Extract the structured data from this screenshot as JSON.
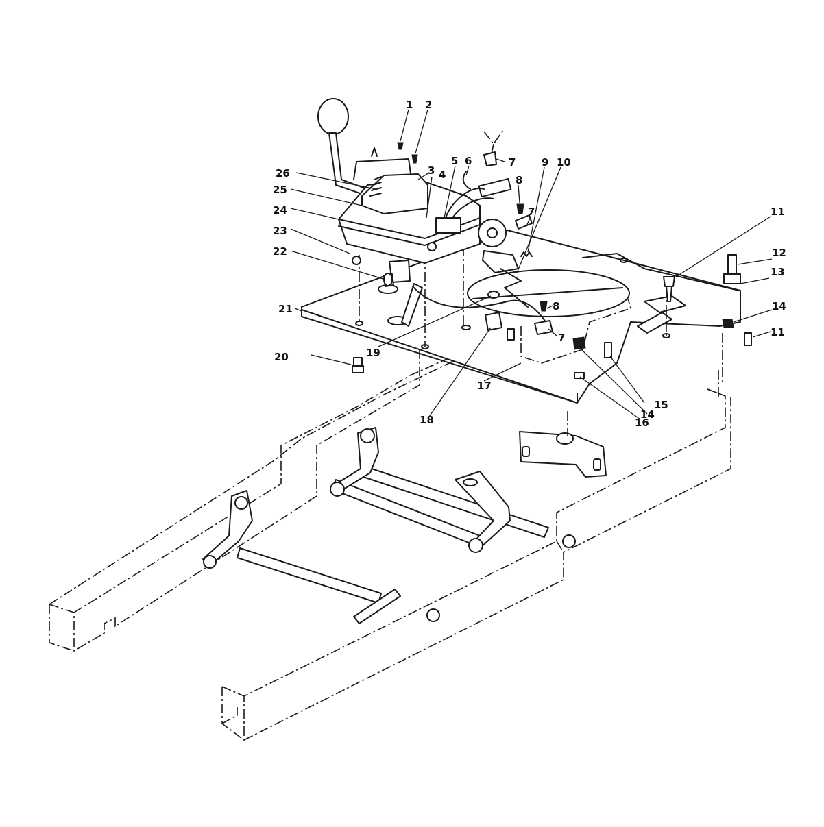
{
  "diagram": {
    "part_callouts": [
      {
        "id": "c1",
        "label": "1"
      },
      {
        "id": "c2",
        "label": "2"
      },
      {
        "id": "c3",
        "label": "3"
      },
      {
        "id": "c4",
        "label": "4"
      },
      {
        "id": "c5",
        "label": "5"
      },
      {
        "id": "c6",
        "label": "6"
      },
      {
        "id": "c7a",
        "label": "7"
      },
      {
        "id": "c7b",
        "label": "7"
      },
      {
        "id": "c7c",
        "label": "7"
      },
      {
        "id": "c8a",
        "label": "8"
      },
      {
        "id": "c8b",
        "label": "8"
      },
      {
        "id": "c9",
        "label": "9"
      },
      {
        "id": "c10",
        "label": "10"
      },
      {
        "id": "c11a",
        "label": "11"
      },
      {
        "id": "c11b",
        "label": "11"
      },
      {
        "id": "c12",
        "label": "12"
      },
      {
        "id": "c13",
        "label": "13"
      },
      {
        "id": "c14a",
        "label": "14"
      },
      {
        "id": "c14b",
        "label": "14"
      },
      {
        "id": "c15",
        "label": "15"
      },
      {
        "id": "c16",
        "label": "16"
      },
      {
        "id": "c17",
        "label": "17"
      },
      {
        "id": "c18",
        "label": "18"
      },
      {
        "id": "c19",
        "label": "19"
      },
      {
        "id": "c20",
        "label": "20"
      },
      {
        "id": "c21",
        "label": "21"
      },
      {
        "id": "c22",
        "label": "22"
      },
      {
        "id": "c23",
        "label": "23"
      },
      {
        "id": "c24",
        "label": "24"
      },
      {
        "id": "c25",
        "label": "25"
      },
      {
        "id": "c26",
        "label": "26"
      }
    ]
  }
}
